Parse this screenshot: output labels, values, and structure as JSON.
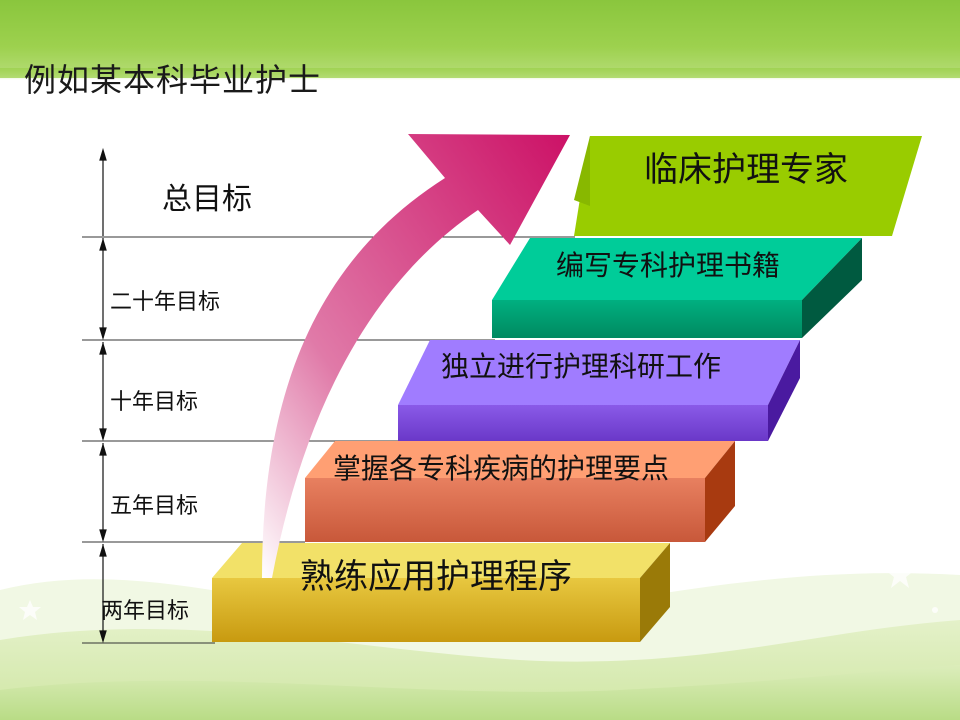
{
  "slide": {
    "title": "例如某本科毕业护士"
  },
  "timeline": {
    "overall_goal": "总目标",
    "levels": [
      "二十年目标",
      "十年目标",
      "五年目标",
      "两年目标"
    ]
  },
  "steps": [
    {
      "label": "临床护理专家",
      "color": "#99cc00"
    },
    {
      "label": "编写专科护理书籍",
      "color": "#00cc99"
    },
    {
      "label": "独立进行护理科研工作",
      "color": "#9966ff"
    },
    {
      "label": "掌握各专科疾病的护理要点",
      "color": "#ff9966"
    },
    {
      "label": "熟练应用护理程序",
      "color": "#f0e060"
    }
  ],
  "colors": {
    "header_green": "#9dd14e",
    "arrow": "#cc1166"
  }
}
